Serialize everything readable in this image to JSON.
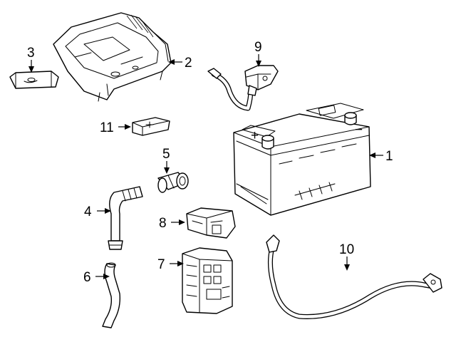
{
  "callouts": [
    {
      "id": "1",
      "label": "1"
    },
    {
      "id": "2",
      "label": "2"
    },
    {
      "id": "3",
      "label": "3"
    },
    {
      "id": "4",
      "label": "4"
    },
    {
      "id": "5",
      "label": "5"
    },
    {
      "id": "6",
      "label": "6"
    },
    {
      "id": "7",
      "label": "7"
    },
    {
      "id": "8",
      "label": "8"
    },
    {
      "id": "9",
      "label": "9"
    },
    {
      "id": "10",
      "label": "10"
    },
    {
      "id": "11",
      "label": "11"
    }
  ],
  "battery_markings": {
    "plus": "+",
    "minus": "−"
  },
  "colors": {
    "line": "#000000",
    "background": "#ffffff"
  }
}
